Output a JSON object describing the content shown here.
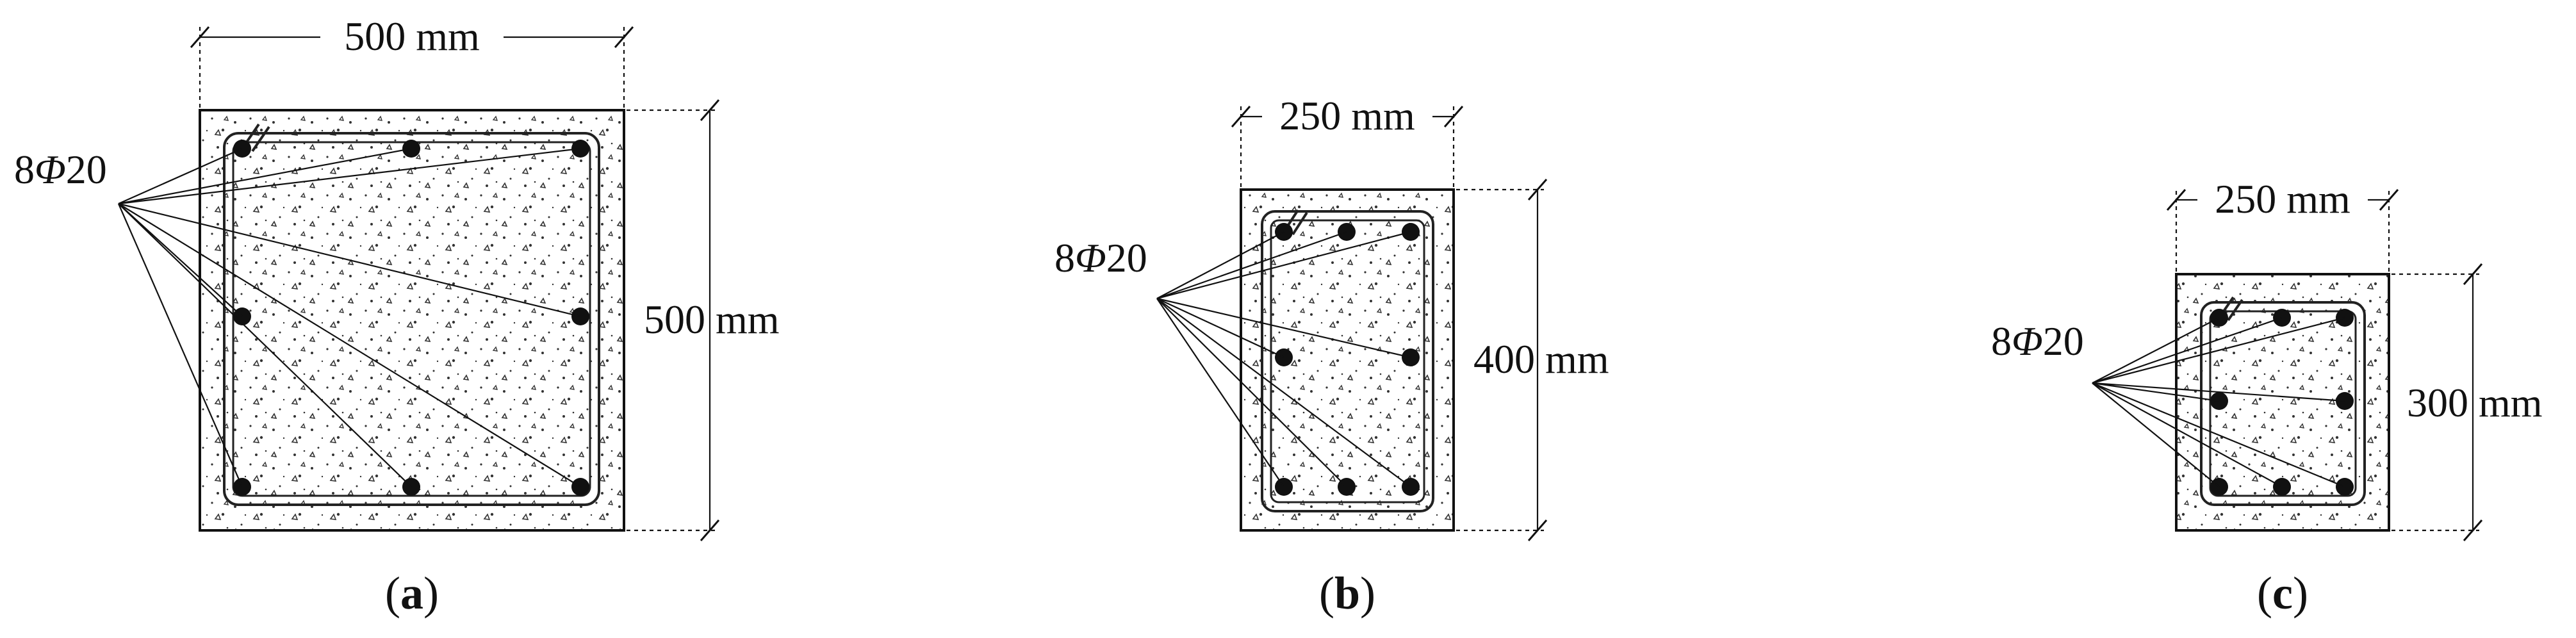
{
  "sections": [
    {
      "id": "a",
      "label": "a",
      "width_text": "500 mm",
      "height_text": "500 mm",
      "rebar_text": "8",
      "rebar_symbol": "Φ",
      "rebar_size": "20"
    },
    {
      "id": "b",
      "label": "b",
      "width_text": "250 mm",
      "height_text": "400 mm",
      "rebar_text": "8",
      "rebar_symbol": "Φ",
      "rebar_size": "20"
    },
    {
      "id": "c",
      "label": "c",
      "width_text": "250 mm",
      "height_text": "300 mm",
      "rebar_text": "8",
      "rebar_symbol": "Φ",
      "rebar_size": "20"
    }
  ],
  "colors": {
    "ink": "#111111",
    "concrete": "#ffffff",
    "stirrup": "#222222"
  }
}
